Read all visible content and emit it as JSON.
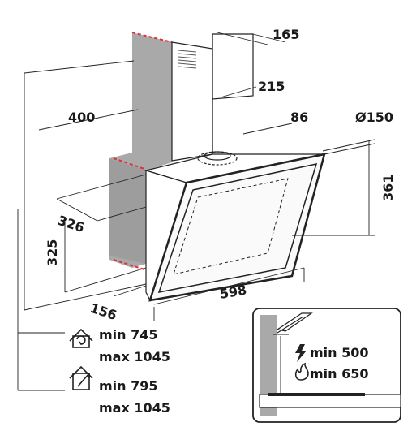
{
  "dimensions": {
    "chimney_depth": "165",
    "chimney_width": "215",
    "wall_offset": "400",
    "duct_offset": "86",
    "duct_diameter": "Ø150",
    "glass_height": "361",
    "depth": "326",
    "body_height": "325",
    "width": "598",
    "bottom_depth": "156"
  },
  "installation": {
    "recirculation_icon": "recirculation-house-icon",
    "recirculation_min": "min  745",
    "recirculation_max": "max 1045",
    "extraction_icon": "extraction-house-icon",
    "extraction_min": "min  795",
    "extraction_max": "max 1045"
  },
  "hob_clearance": {
    "electric_icon": "lightning-icon",
    "electric_label": "min 500",
    "gas_icon": "flame-icon",
    "gas_label": "min 650"
  },
  "colors": {
    "wall": "#a9a9a9",
    "cutout_dash": "#e0303a",
    "line": "#222222"
  }
}
